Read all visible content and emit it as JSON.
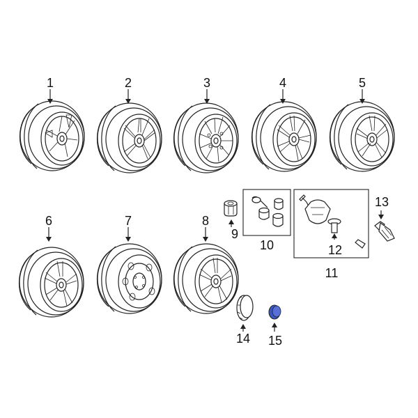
{
  "callouts": [
    "1",
    "2",
    "3",
    "4",
    "5",
    "6",
    "7",
    "8",
    "9",
    "10",
    "11",
    "12",
    "13",
    "14",
    "15"
  ],
  "colors": {
    "line": "#222222",
    "highlight": "#3a55c4",
    "background": "#ffffff"
  }
}
